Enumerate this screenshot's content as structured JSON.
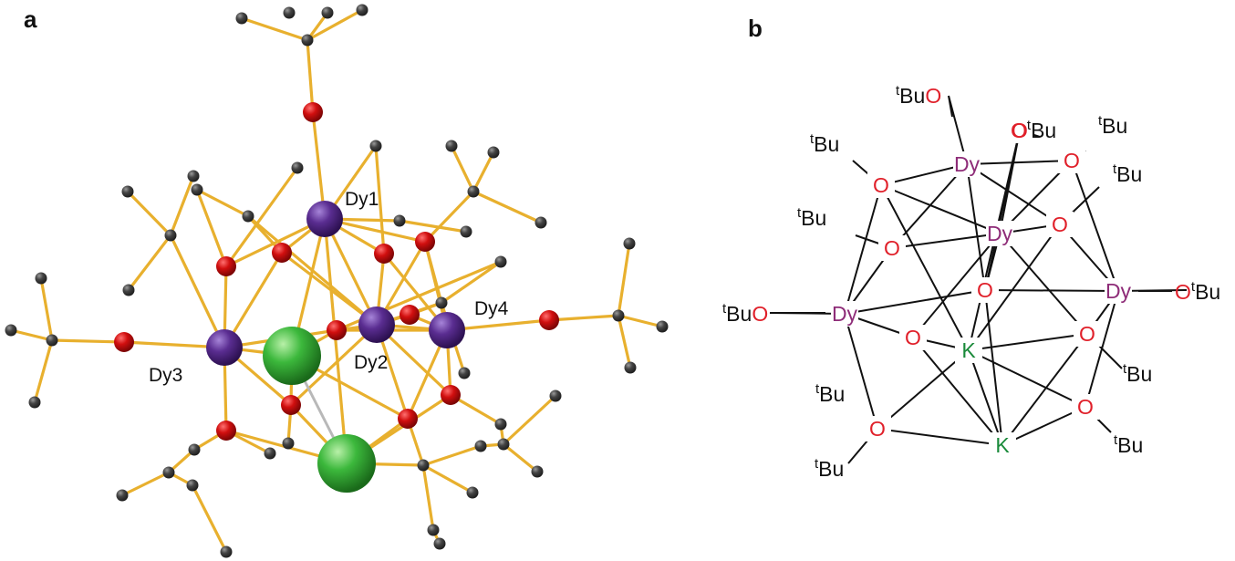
{
  "panel_a": {
    "letter": "a",
    "labels": {
      "dy1": "Dy1",
      "dy2": "Dy2",
      "dy3": "Dy3",
      "dy4": "Dy4"
    }
  },
  "panel_b": {
    "letter": "b",
    "element_symbols": {
      "dy": "Dy",
      "k": "K",
      "o": "O"
    },
    "substituent": {
      "superscript": "t",
      "base": "Bu"
    }
  },
  "colors": {
    "bond": "#e8b02e",
    "carbon": "#3d3d3d",
    "oxygen": "#d10f0f",
    "dysprosium": "#5a2d91",
    "potassium": "#2fa52f",
    "schematic_line": "#111111",
    "schematic_oxygen": "#e0202a",
    "schematic_dy": "#8e2c78",
    "schematic_k": "#1a8a3a"
  }
}
